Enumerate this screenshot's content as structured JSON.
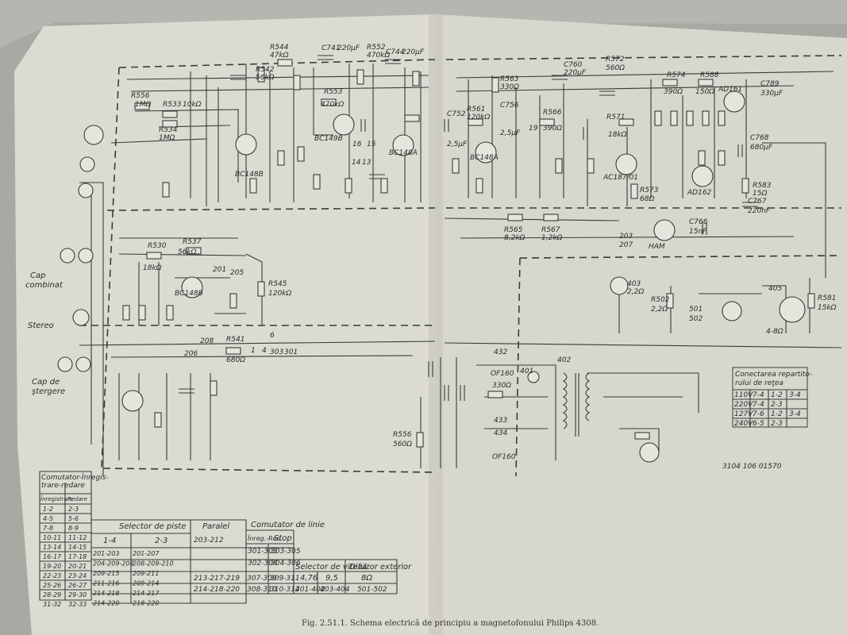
{
  "caption": "Fig. 2.51.1. Schema electrică de principiu a magnetofonului Philips 4308.",
  "drawing_number": "3104 106 01570",
  "left_labels": {
    "cap_combinat": [
      "Cap",
      "combinat"
    ],
    "stereo": "Stereo",
    "cap_stergere": [
      "Cap de",
      "ştergere"
    ]
  },
  "transistors": [
    "BC148B",
    "BC148B",
    "BC149B",
    "BC148A",
    "BC148A",
    "AC187/01",
    "AD161",
    "AD162",
    "HAM"
  ],
  "components": [
    {
      "ref": "R556",
      "value": "1MΩ"
    },
    {
      "ref": "R533",
      "value": "10kΩ"
    },
    {
      "ref": "R534",
      "value": "1MΩ"
    },
    {
      "ref": "R544",
      "value": "47kΩ"
    },
    {
      "ref": "R542",
      "value": "56kΩ"
    },
    {
      "ref": "R553",
      "value": "470kΩ"
    },
    {
      "ref": "R552",
      "value": "470kΩ"
    },
    {
      "ref": "R561",
      "value": "120kΩ"
    },
    {
      "ref": "R563",
      "value": "330Ω"
    },
    {
      "ref": "R566",
      "value": "390Ω"
    },
    {
      "ref": "R571",
      "value": "18kΩ"
    },
    {
      "ref": "R572",
      "value": "560Ω"
    },
    {
      "ref": "R574",
      "value": "390Ω"
    },
    {
      "ref": "R588",
      "value": "150Ω"
    },
    {
      "ref": "R583",
      "value": "15Ω"
    },
    {
      "ref": "R573",
      "value": "68Ω"
    },
    {
      "ref": "R565",
      "value": "8,2kΩ"
    },
    {
      "ref": "R567",
      "value": "1,2kΩ"
    },
    {
      "ref": "R530",
      "value": "18kΩ"
    },
    {
      "ref": "R537",
      "value": "56kΩ"
    },
    {
      "ref": "R545",
      "value": "120kΩ"
    },
    {
      "ref": "R541",
      "value": "680Ω"
    },
    {
      "ref": "R556",
      "value": "560Ω"
    },
    {
      "ref": "R502",
      "value": "2,2Ω"
    },
    {
      "ref": "R581",
      "value": "15kΩ"
    },
    {
      "ref": "C760",
      "value": "220μF"
    },
    {
      "ref": "C789",
      "value": "330μF"
    },
    {
      "ref": "C768",
      "value": "680μF"
    },
    {
      "ref": "C767",
      "value": "220nF"
    },
    {
      "ref": "C766",
      "value": "15nF"
    },
    {
      "ref": "C756",
      "value": "2,5μF"
    },
    {
      "ref": "C752",
      "value": "2,5μF"
    },
    {
      "ref": "C741",
      "value": "220μF"
    },
    {
      "ref": "C744",
      "value": "220μF"
    }
  ],
  "misc_labels": [
    "403",
    "2,2Ω",
    "432",
    "OF160",
    "433",
    "434",
    "OF160",
    "401",
    "402",
    "330Ω",
    "405",
    "4-8Ω",
    "501",
    "502",
    "203",
    "207",
    "201",
    "205",
    "206",
    "208",
    "303",
    "301",
    "1",
    "4",
    "6",
    "19",
    "14",
    "13",
    "15",
    "16"
  ],
  "network_table": {
    "title": [
      "Conectarea repartito-",
      "rului de reţea"
    ],
    "rows": [
      [
        "110V",
        "7-4",
        "1-2",
        "3-4"
      ],
      [
        "220V",
        "7-4",
        "2-3",
        ""
      ],
      [
        "127V",
        "7-6",
        "1-2",
        "3-4"
      ],
      [
        "240V",
        "6-5",
        "2-3",
        ""
      ]
    ]
  },
  "switch_table": {
    "corner_header": [
      "Comutator-Înregis-",
      "trare-redare"
    ],
    "sub_headers": [
      "Înregistrare",
      "Redare"
    ],
    "pairs": [
      [
        "1-2",
        "2-3"
      ],
      [
        "4-5",
        "5-6"
      ],
      [
        "7-8",
        "8-9"
      ],
      [
        "10-11",
        "11-12"
      ],
      [
        "13-14",
        "14-15"
      ],
      [
        "16-17",
        "17-18"
      ],
      [
        "19-20",
        "20-21"
      ],
      [
        "22-23",
        "23-24"
      ],
      [
        "25-26",
        "26-27"
      ],
      [
        "28-29",
        "29-30"
      ],
      [
        "31-32",
        "32-33"
      ]
    ],
    "selector_title": "Selector de piste",
    "selector_cols": [
      "1-4",
      "2-3",
      "Paralel"
    ],
    "selector_rows": [
      [
        "201-203",
        "201-207",
        "203-212"
      ],
      [
        "204-209-208",
        "208-209-210",
        ""
      ],
      [
        "209-215",
        "209-211",
        ""
      ],
      [
        "211-216",
        "209-214",
        ""
      ],
      [
        "214-218",
        "214-217",
        ""
      ],
      [
        "214-220",
        "218-220",
        ""
      ]
    ],
    "line_title": "Comutator de linie",
    "line_cols": [
      "Înreg.-Red.",
      "Stop"
    ],
    "line_rows": [
      [
        "301-303",
        "303-305"
      ],
      [
        "302-304",
        "304-306"
      ]
    ],
    "extra_rows": [
      [
        "213-217-219",
        "307-309",
        "309-311"
      ],
      [
        "214-218-220",
        "308-310",
        "310-312"
      ]
    ],
    "speed_title": "Selector de viteză",
    "speed_values": [
      "4,76",
      "9,5"
    ],
    "speed_pins": [
      "401-402",
      "403-404"
    ],
    "speaker_title": "Difuzor exterior",
    "speaker_value": "8Ω",
    "speaker_pins": "501-502"
  }
}
